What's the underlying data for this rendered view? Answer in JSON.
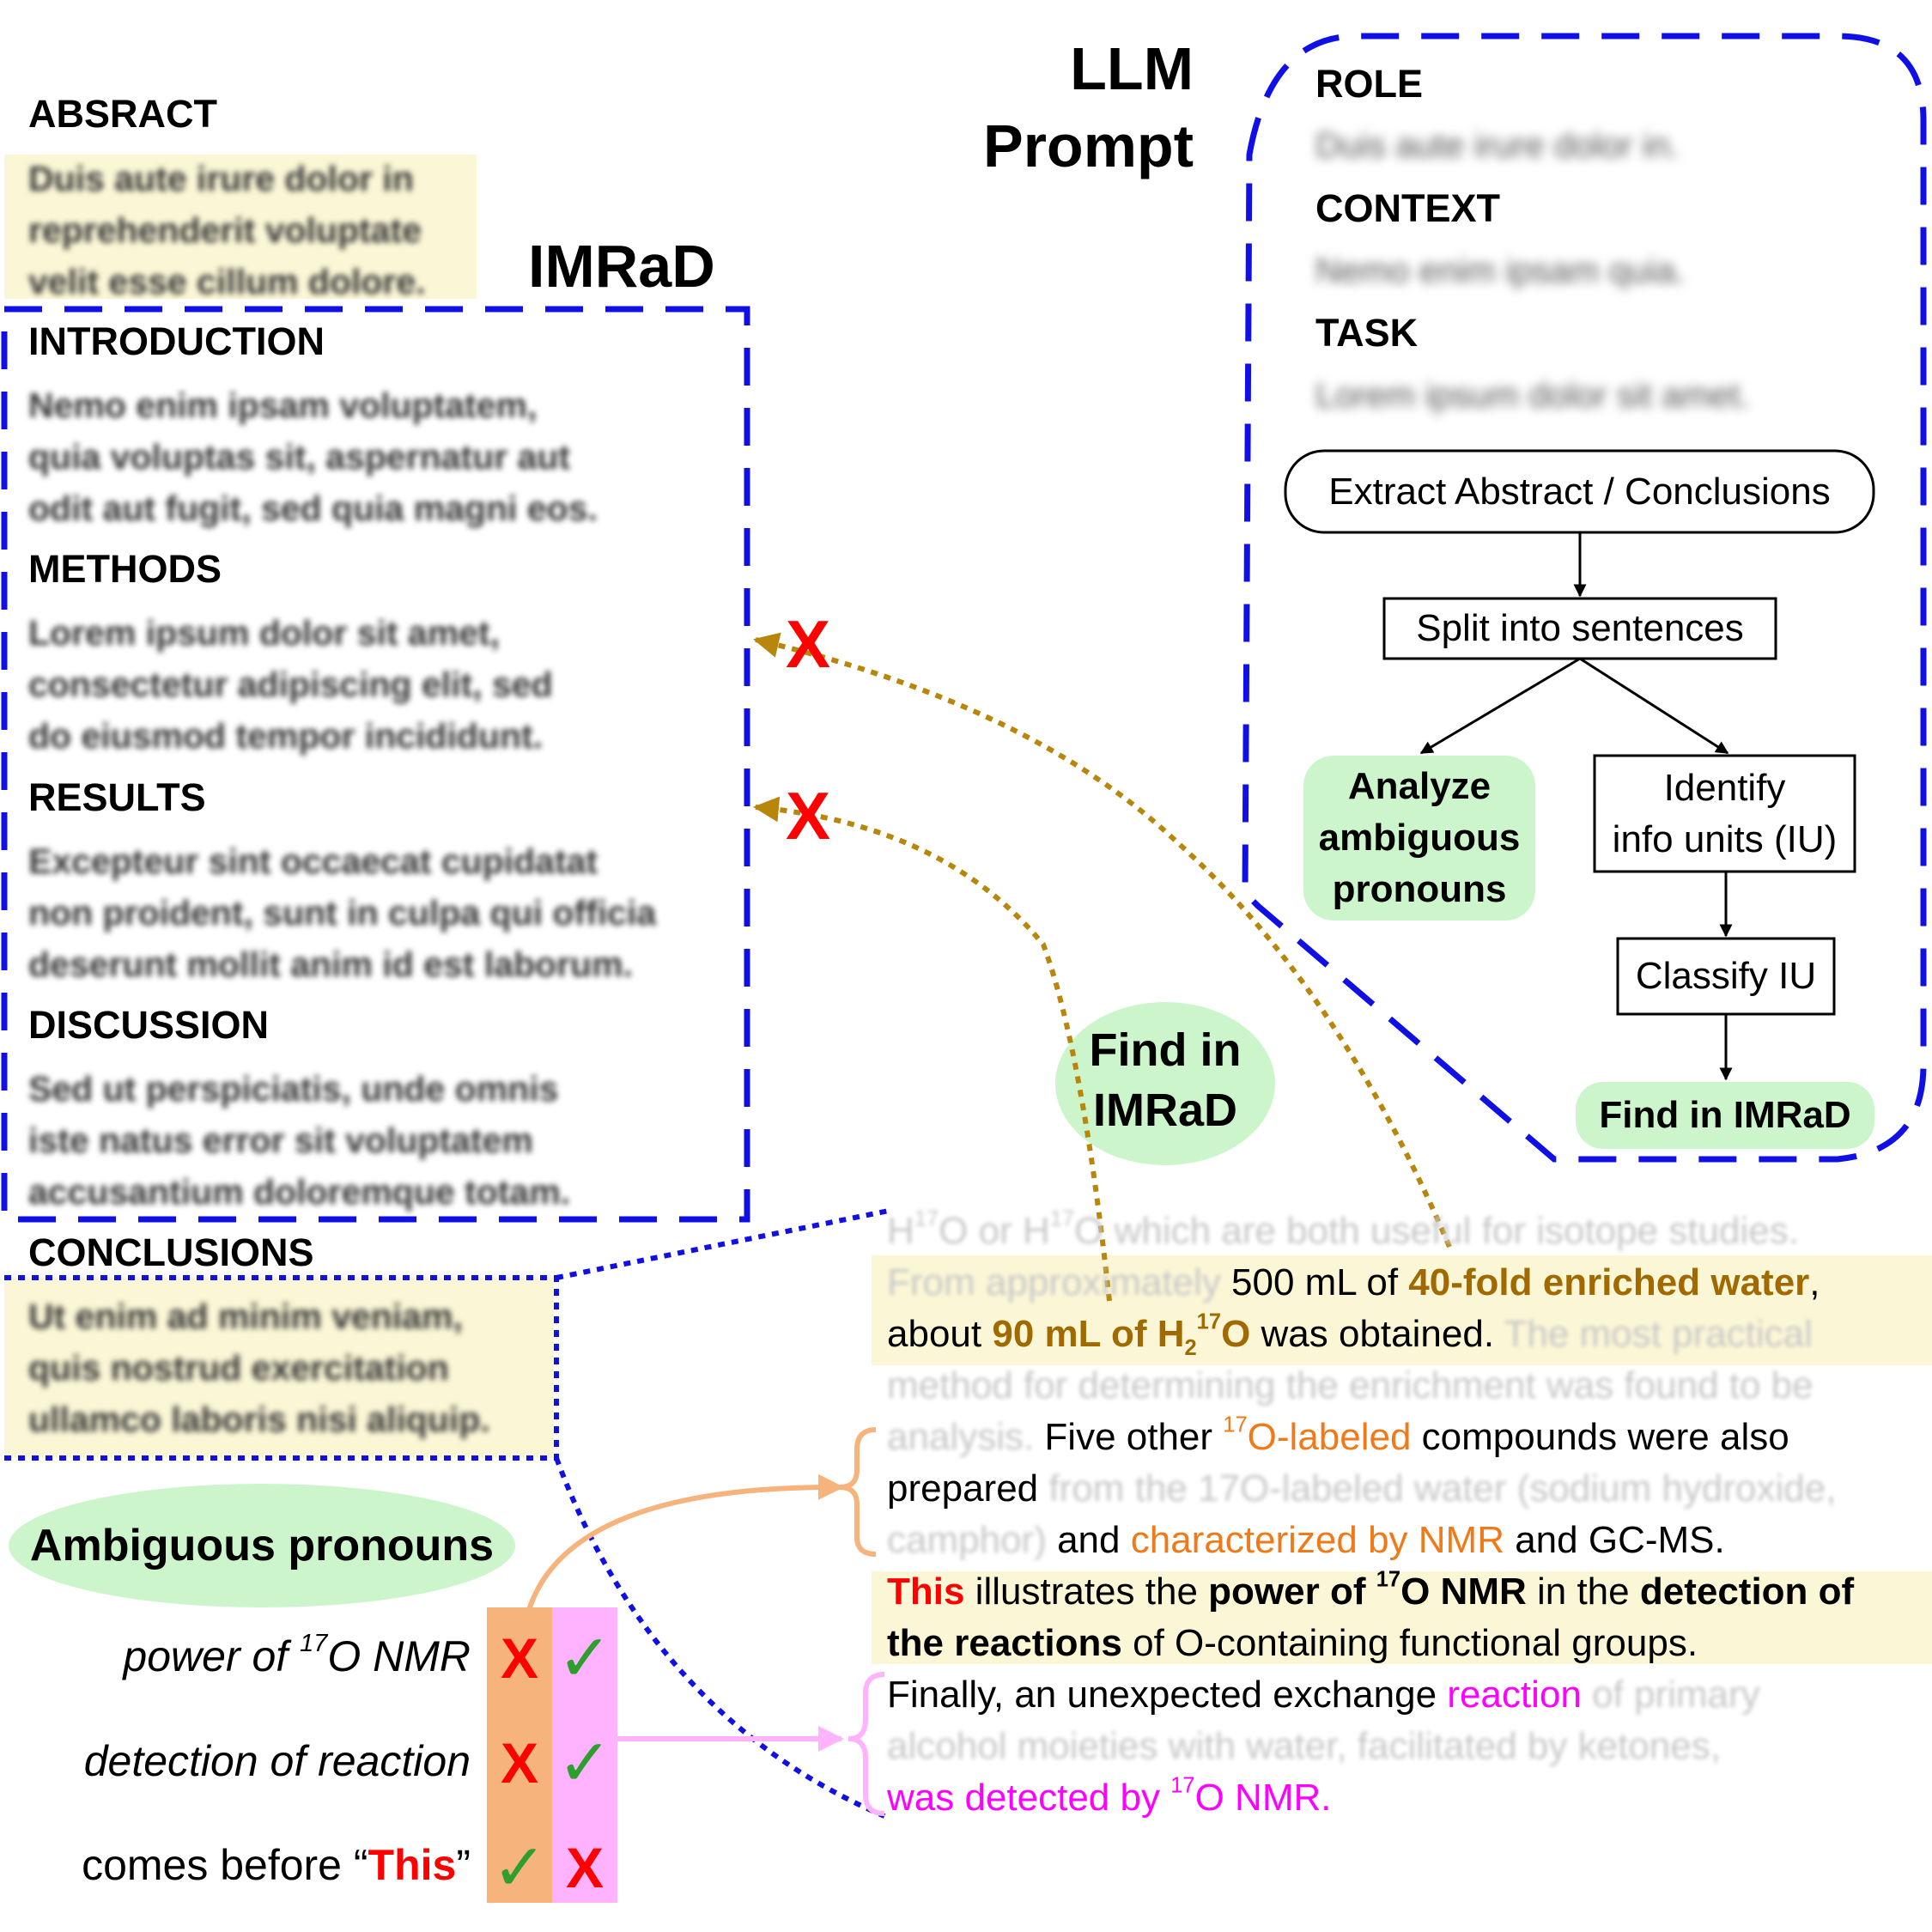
{
  "paper": {
    "abstract": {
      "heading": "ABSRACT",
      "lines": [
        "Duis aute irure dolor in",
        "reprehenderit voluptate",
        "velit esse cillum dolore."
      ]
    },
    "imrad_label": "IMRaD",
    "introduction": {
      "heading": "INTRODUCTION",
      "lines": [
        "Nemo enim ipsam voluptatem,",
        "quia voluptas sit, aspernatur aut",
        "odit aut fugit, sed quia magni eos."
      ]
    },
    "methods": {
      "heading": "METHODS",
      "lines": [
        "Lorem ipsum dolor sit amet,",
        "consectetur adipiscing elit, sed",
        "do eiusmod tempor incididunt."
      ]
    },
    "results": {
      "heading": "RESULTS",
      "lines": [
        "Excepteur sint occaecat cupidatat",
        "non proident, sunt in culpa qui officia",
        "deserunt mollit anim id est laborum."
      ]
    },
    "discussion": {
      "heading": "DISCUSSION",
      "lines": [
        "Sed ut perspiciatis, unde omnis",
        "iste natus error sit voluptatem",
        "accusantium doloremque totam."
      ]
    },
    "conclusions": {
      "heading": "CONCLUSIONS",
      "lines": [
        "Ut enim ad minim veniam,",
        "quis nostrud exercitation",
        "ullamco laboris nisi aliquip."
      ]
    }
  },
  "prompt": {
    "title_line1": "LLM",
    "title_line2": "Prompt",
    "role": {
      "heading": "ROLE",
      "text": "Duis aute irure dolor in."
    },
    "context": {
      "heading": "CONTEXT",
      "text": "Nemo enim ipsam quia."
    },
    "task": {
      "heading": "TASK",
      "text": "Lorem ipsum dolor sit amet."
    },
    "flow": {
      "extract": "Extract Abstract / Conclusions",
      "split": "Split into sentences",
      "analyze_line1": "Analyze",
      "analyze_line2": "ambiguous",
      "analyze_line3": "pronouns",
      "identify_line1": "Identify",
      "identify_line2": "info units (IU)",
      "classify": "Classify IU",
      "find": "Find in IMRaD"
    }
  },
  "find_bubble": {
    "line1": "Find in",
    "line2": "IMRaD"
  },
  "markers": {
    "cross": "X",
    "check": "✓"
  },
  "excerpt": {
    "line1_faded_a": "H",
    "line1_faded_sup1": "17",
    "line1_faded_b": "O or H",
    "line1_faded_sup2": "17",
    "line1_faded_c": "O which are both useful for isotope studies.",
    "line2_faded": "From approximately",
    "line2_plain": " 500 mL of ",
    "line2_bold": "40-fold enriched water",
    "line2_end": ",",
    "line3_start": "about ",
    "line3_bold_a": "90 mL of H",
    "line3_bold_sub": "2",
    "line3_bold_sup": "17",
    "line3_bold_b": "O",
    "line3_plain": " was obtained.",
    "line3_faded": " The most practical",
    "line4_faded": "method for determining the enrichment was found to be",
    "line5_faded": "analysis.",
    "line5_plain_a": " Five other ",
    "line5_sup": "17",
    "line5_orange": "O-labeled",
    "line5_plain_b": " compounds were also",
    "line6_plain": "prepared",
    "line6_faded": " from the 17O-labeled water (sodium hydroxide,",
    "line7_faded": "camphor)",
    "line7_plain_a": " and ",
    "line7_orange": "characterized by NMR",
    "line7_plain_b": " and GC-MS.",
    "line8_red": "This",
    "line8_plain_a": " illustrates the ",
    "line8_bold_a": "power of ",
    "line8_bold_sup": "17",
    "line8_bold_b": "O NMR",
    "line8_plain_b": " in the ",
    "line8_bold_c": "detection of",
    "line9_bold": "the reactions",
    "line9_plain": " of O-containing functional groups.",
    "line10_plain": "Finally, an unexpected exchange ",
    "line10_magenta": "reaction",
    "line10_faded": " of primary",
    "line11_faded": "alcohol moieties with water, facilitated by ketones,",
    "line12_magenta_a": "was detected by ",
    "line12_sup": "17",
    "line12_magenta_b": "O NMR."
  },
  "ambiguous": {
    "title": "Ambiguous pronouns",
    "row1_a": "power of ",
    "row1_sup": "17",
    "row1_b": "O NMR",
    "row2": "detection of reaction",
    "row3_a": "comes before “",
    "row3_red": "This",
    "row3_b": "”",
    "col1_color": "#f6b47c",
    "col2_color": "#ffb3ff"
  },
  "colors": {
    "dashed_blue": "#1010e6",
    "arrow_brown": "#b8860b",
    "cross_red": "#ff0000",
    "check_green": "#2e9e2e",
    "bubble_green": "#ccf5cc",
    "highlight_yellow": "#fbf7d6",
    "bracket_orange": "#f6b47c",
    "bracket_pink": "#ffb3ff"
  }
}
